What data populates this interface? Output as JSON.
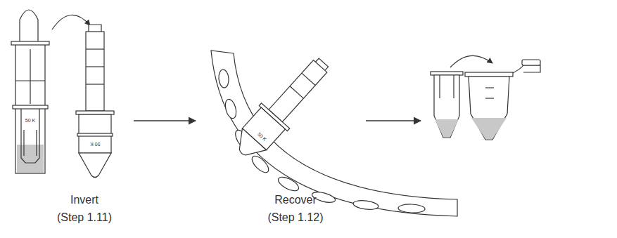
{
  "diagram": {
    "labels": [
      "Invert",
      "(Step 1.11)",
      "Recover",
      "(Step 1.12)",
      "50 K",
      "50 K",
      "50 K"
    ]
  }
}
